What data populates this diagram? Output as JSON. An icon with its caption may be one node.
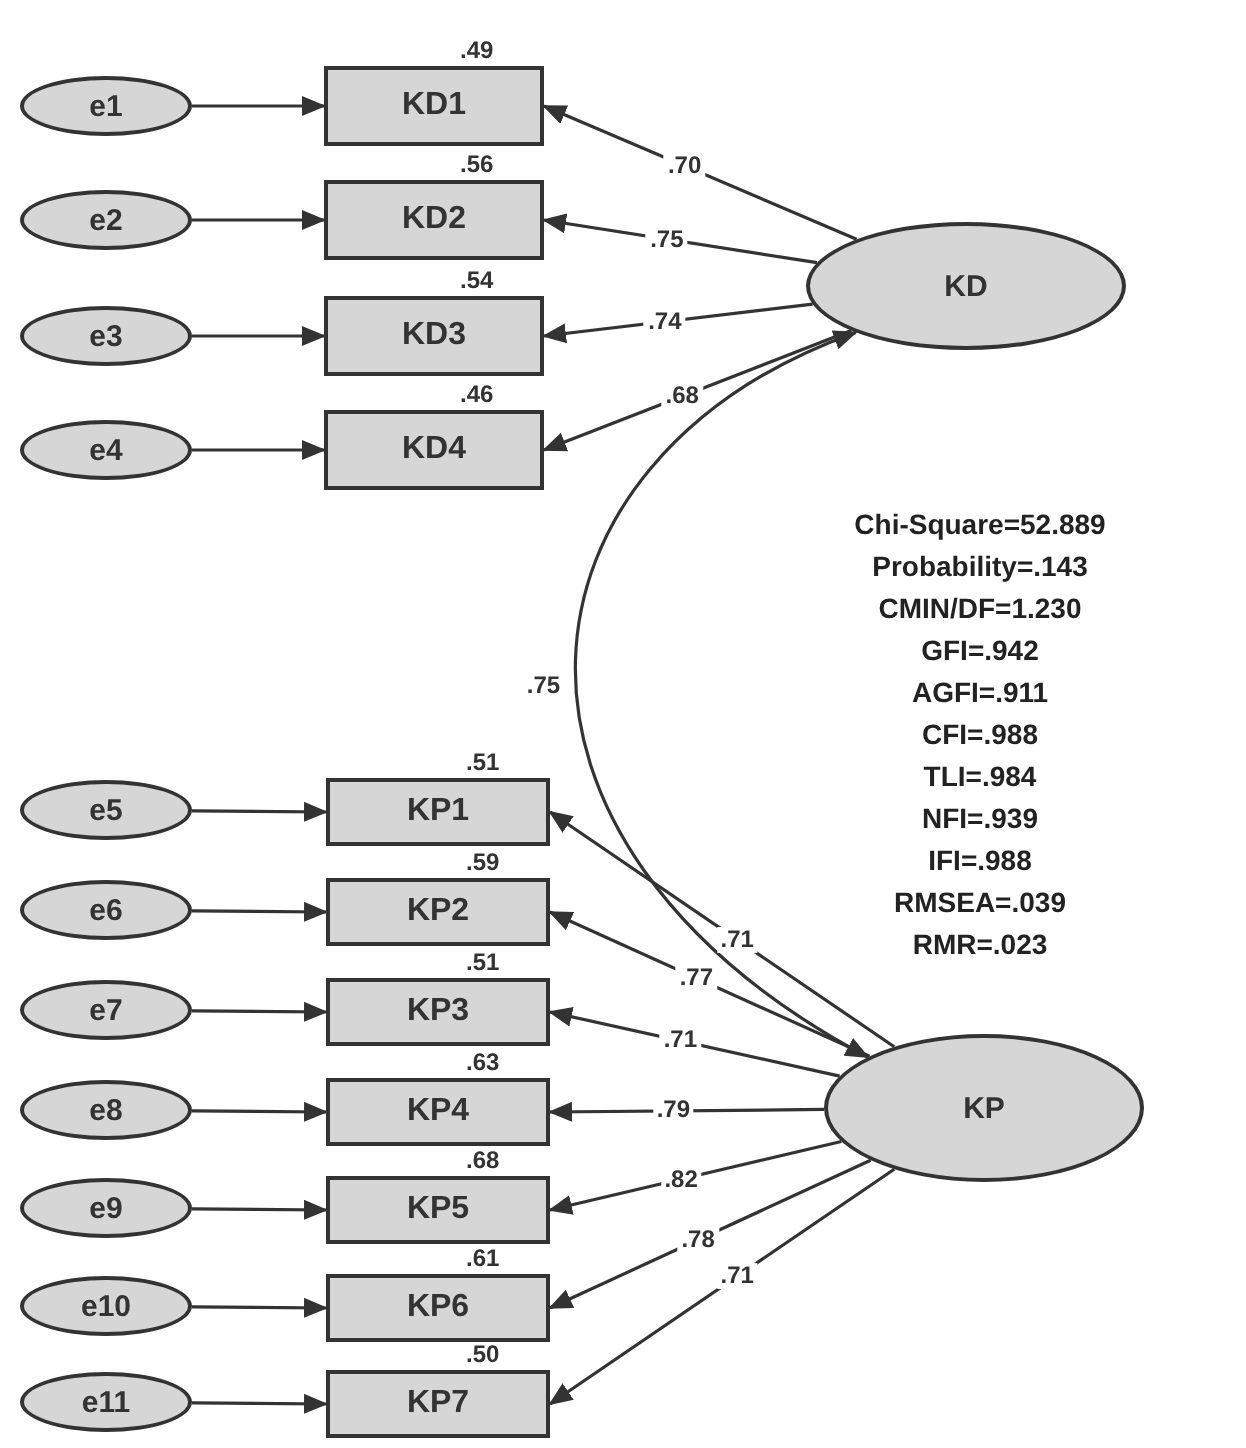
{
  "diagram": {
    "nodes": [
      {
        "text": [
          "e1"
        ]
      },
      {
        "text": [
          "e2"
        ]
      },
      {
        "text": [
          "e3"
        ]
      },
      {
        "text": [
          "e4"
        ]
      },
      {
        "text": [
          "KD1"
        ],
        "beside": [
          ".49"
        ]
      },
      {
        "text": [
          "KD2"
        ],
        "beside": [
          ".56"
        ]
      },
      {
        "text": [
          "KD3"
        ],
        "beside": [
          ".54"
        ]
      },
      {
        "text": [
          "KD4"
        ],
        "beside": [
          ".46"
        ]
      },
      {
        "text": [
          "KD"
        ]
      },
      {
        "text": [
          "e5"
        ]
      },
      {
        "text": [
          "e6"
        ]
      },
      {
        "text": [
          "e7"
        ]
      },
      {
        "text": [
          "e8"
        ]
      },
      {
        "text": [
          "e9"
        ]
      },
      {
        "text": [
          "e10"
        ]
      },
      {
        "text": [
          "e11"
        ]
      },
      {
        "text": [
          "KP1"
        ],
        "beside": [
          ".51"
        ]
      },
      {
        "text": [
          "KP2"
        ],
        "beside": [
          ".59"
        ]
      },
      {
        "text": [
          "KP3"
        ],
        "beside": [
          ".51"
        ]
      },
      {
        "text": [
          "KP4"
        ],
        "beside": [
          ".63"
        ]
      },
      {
        "text": [
          "KP5"
        ],
        "beside": [
          ".68"
        ]
      },
      {
        "text": [
          "KP6"
        ],
        "beside": [
          ".61"
        ]
      },
      {
        "text": [
          "KP7"
        ],
        "beside": [
          ".50"
        ]
      },
      {
        "text": [
          "KP"
        ]
      }
    ],
    "edges": [
      {
        "from": 0,
        "to": 4,
        "arrow": "to"
      },
      {
        "from": 1,
        "to": 5,
        "arrow": "to"
      },
      {
        "from": 2,
        "to": 6,
        "arrow": "to"
      },
      {
        "from": 3,
        "to": 7,
        "arrow": "to"
      },
      {
        "from": 8,
        "to": 4,
        "arrow": "to",
        "label": ".70"
      },
      {
        "from": 8,
        "to": 5,
        "arrow": "to",
        "label": ".75"
      },
      {
        "from": 8,
        "to": 6,
        "arrow": "to",
        "label": ".74"
      },
      {
        "from": 8,
        "to": 7,
        "arrow": "to",
        "label": ".68"
      },
      {
        "from": 9,
        "to": 16,
        "arrow": "to"
      },
      {
        "from": 10,
        "to": 17,
        "arrow": "to"
      },
      {
        "from": 11,
        "to": 18,
        "arrow": "to"
      },
      {
        "from": 12,
        "to": 19,
        "arrow": "to"
      },
      {
        "from": 13,
        "to": 20,
        "arrow": "to"
      },
      {
        "from": 14,
        "to": 21,
        "arrow": "to"
      },
      {
        "from": 15,
        "to": 22,
        "arrow": "to"
      },
      {
        "from": 23,
        "to": 16,
        "arrow": "to",
        "label": ".71"
      },
      {
        "from": 23,
        "to": 17,
        "arrow": "to",
        "label": ".77"
      },
      {
        "from": 23,
        "to": 18,
        "arrow": "to",
        "label": ".71"
      },
      {
        "from": 23,
        "to": 19,
        "arrow": "to",
        "label": ".79"
      },
      {
        "from": 23,
        "to": 20,
        "arrow": "to",
        "label": ".82"
      },
      {
        "from": 23,
        "to": 21,
        "arrow": "to",
        "label": ".78"
      },
      {
        "from": 23,
        "to": 22,
        "arrow": "to",
        "label": ".71"
      },
      {
        "from": 8,
        "to": 23,
        "arrow": "both",
        "label": ".75"
      }
    ],
    "labels": [
      "Chi-Square=52.889",
      "Probability=.143",
      "CMIN/DF=1.230",
      "GFI=.942",
      "AGFI=.911",
      "CFI=.988",
      "TLI=.984",
      "NFI=.939",
      "IFI=.988",
      "RMSEA=.039",
      "RMR=.023"
    ]
  }
}
